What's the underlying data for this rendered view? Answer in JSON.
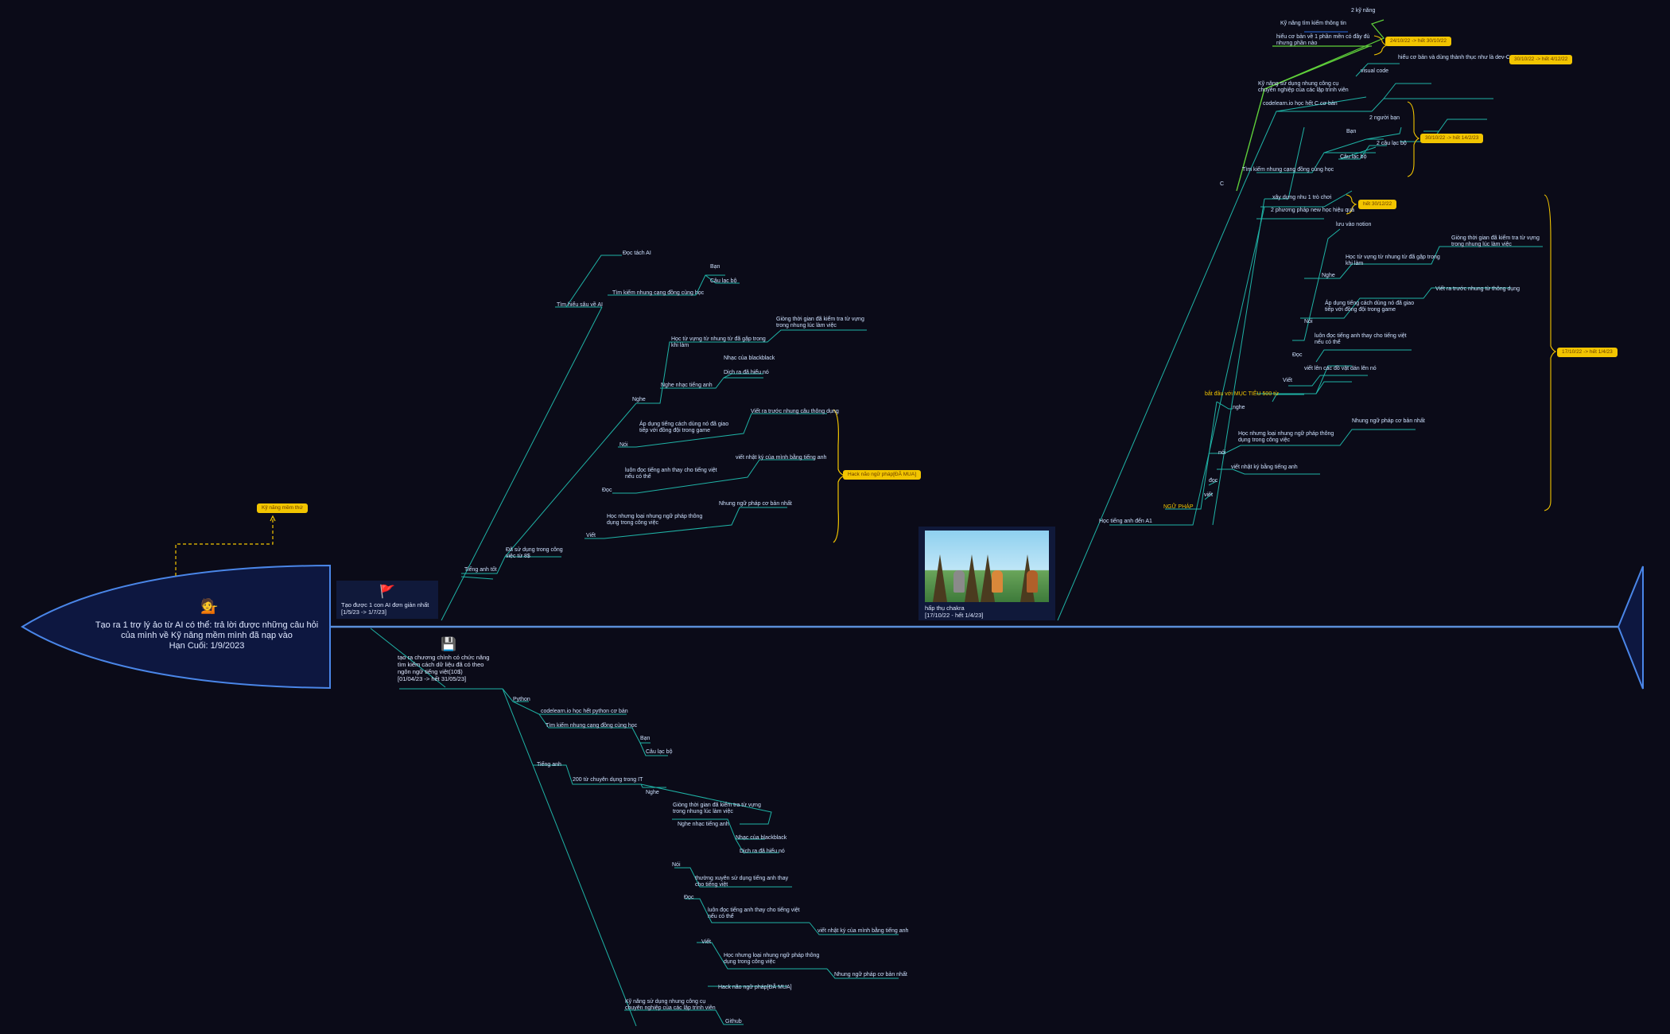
{
  "central": {
    "icon": "💁",
    "title": "Tạo ra 1 trợ lý ảo từ AI có thể: trả lời được những câu hỏi của mình về Kỹ năng mềm  mình đã nạp vào",
    "deadline": "Hạn Cuối: 1/9/2023"
  },
  "head_tag": "Kỹ năng mềm thứ",
  "milestones": {
    "m1": {
      "icon": "🚩",
      "text": "Tạo được 1 con AI đơn giản nhất",
      "date": "[1/5/23 -> 1/7/23]"
    },
    "m2": {
      "icon": "💾",
      "text": "tạo ra chương chình có chức năng tìm kiếm cách dữ liệu đã có theo ngôn ngữ tiếng việt(10$)",
      "date": "[01/04/23 -> hết 31/05/23]"
    },
    "m3": {
      "text": "hấp thụ chakra",
      "date": "[17/10/22 - hết 1/4/23]"
    }
  },
  "upper_branch": {
    "tim_hieu": "Tìm hiểu sâu về AI",
    "doc_tach": "Đọc tách AI",
    "tim_kiem": "Tìm kiếm nhung cạng đồng cùng học",
    "ban": "Bạn",
    "cau_lac_bo": "Câu lạc bộ",
    "tieng_anh": "Tiếng anh tốt",
    "da_su_dung": "Đã sử dụng trong công việc từ 8$",
    "nghe": "Nghe",
    "hoc_tu_vung": "Học từ vựng từ nhung từ đã gặp trong khi làm",
    "giong_thoi_gian": "Giòng thời gian đã kiểm tra từ vựng trong nhung lúc làm việc",
    "nghe_nhac": "Nghe nhạc tiếng anh",
    "nhac_blackpink": "Nhạc của blackblack",
    "dich_ra": "Dịch ra đã hiểu nó",
    "noi": "Nói",
    "ap_dung": "Áp dụng tiếng cách dùng nó đã giao tiếp với đồng đội trong game",
    "viet_ra": "Viết ra trước nhung câu thông dụng",
    "doc": "Đọc",
    "luon_doc": "luôn đọc tiếng anh thay cho tiếng việt nếu có thể",
    "viet_nhat_ky": "viết nhật ký của mình bằng tiếng anh",
    "viet": "Viết",
    "hoc_nhung_loai": "Học nhưng loại nhung ngữ pháp thông dụng trong công việc",
    "nhung_ngu_phap": "Nhung ngữ pháp cơ bản nhất",
    "tag_hack": "Hack não ngữ pháp[ĐÃ MUA]"
  },
  "lower_branch": {
    "python": "Python",
    "codelearn": "codelearn.io học hết python cơ bản",
    "tim_kiem": "Tìm kiếm nhung cạng đồng cùng học",
    "ban": "Bạn",
    "clb": "Câu lạc bộ",
    "tieng_anh": "Tiếng anh",
    "tu_200": "200 từ chuyên dụng trong IT",
    "nghe": "Nghe",
    "giong": "Giòng thời gian đã kiểm tra từ vựng trong nhung lúc làm việc",
    "nghe_nhac": "Nghe nhạc tiếng anh",
    "nhac": "Nhạc của blackblack",
    "dich": "Dịch ra đã hiểu nó",
    "noi": "Nói",
    "thuong_xuyen": "thường xuyên sử dụng tiếng anh thay cho tiếng việt",
    "doc": "Đọc",
    "luon_doc": "luôn đọc tiếng anh thay cho tiếng việt nếu có thể",
    "nhat_ky": "viết nhật ký của mình bằng tiếng anh",
    "viet": "Viết",
    "hoc_nhung": "Học nhưng loại nhung ngữ pháp thông dụng trong công việc",
    "ngu_phap": "Nhung ngữ pháp cơ bản nhất",
    "hack": "Hack não ngữ pháp[ĐÃ MUA]",
    "ky_nang": "Kỹ năng sử dụng nhung công cụ chuyên nghiệp của các lập trình viên",
    "github": "Github"
  },
  "right_branch": {
    "c": "C",
    "ky_nang_tim": "Kỹ năng tìm kiếm thông tin",
    "hieu_co_ban": "hiểu cơ bản về 1 phần mền có đầy đủ nhưng phần nào",
    "ky_nang_cong_cu": "Kỹ năng sử dụng nhung công cụ chuyên nghiệp của các lập trình viên",
    "visual_code": "visual code",
    "hieu_co_ban_vs": "hiểu cơ bản và dùng thành thục như là dev-C",
    "codelearn": "codelearn.io học hết C cơ bản",
    "tim_kiem": "Tìm kiếm nhung cạng đồng cùng học",
    "ban": "Bạn",
    "nguoi_ban": "2 người bạn",
    "clb": "Câu lạc bộ",
    "clb2": "2 câu lạc bộ",
    "ky_nang2": "2 kỹ năng",
    "tieng_anh_a1": "Học tiếng anh đến A1",
    "xay_dung": "xây dựng nhu 1 trò chơi",
    "phuong_phap": "2 phương pháp new học hiệu quả",
    "luu_notion": "lưu vào notion",
    "nghe": "Nghe",
    "hoc_tu_vung": "Học từ vựng từ nhung từ đã gặp trong khi làm",
    "giong": "Giòng thời gian đã kiểm tra từ vựng trong nhung lúc làm việc",
    "noi": "Nói",
    "ap_dung": "Áp dụng tiếng cách dùng nó đã giao tiếp với đồng đội trong game",
    "viet_ra": "Viết ra trước nhung từ thông dụng",
    "doc": "Đọc",
    "luon_doc": "luôn đọc tiếng anh thay cho tiếng việt nếu có thể",
    "viet": "Viết",
    "viet_len": "viết lên các đồ vật dán lên nó",
    "bat_dau": "bắt đầu với MỤC TIÊU 500 từ",
    "ngu_phap": "NGỮ PHÁP",
    "nghe2": "nghe",
    "noi2": "nói",
    "hoc_nhung": "Học nhưng loại nhung ngữ pháp thông dụng trong công việc",
    "nhung_ngu": "Nhung ngữ pháp cơ bản nhất",
    "doc2": "đọc",
    "viet_nhat": "viết nhật ký bằng tiếng anh",
    "viet2": "viết",
    "tag1": "24/10/22 -> hết 30/10/22",
    "tag2": "30/10/22 -> hết 4/12/22",
    "tag3": "30/10/22 -> hết 14/2/23",
    "tag4": "hết 30/12/22",
    "tag5": "17/10/22 -> hết 1/4/23"
  }
}
